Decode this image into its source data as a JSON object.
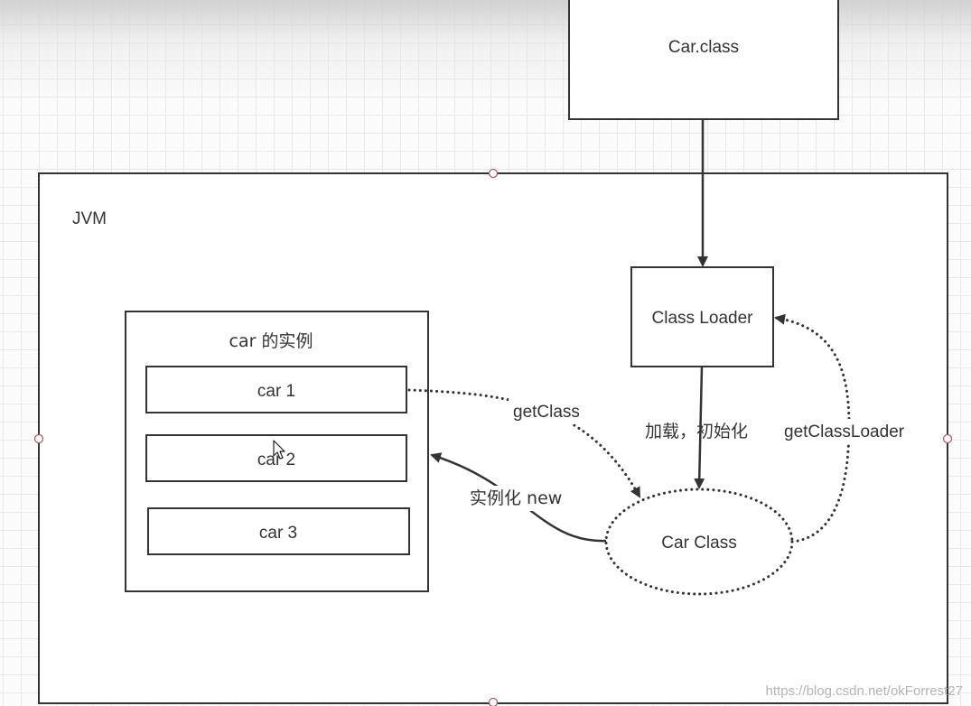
{
  "nodes": {
    "car_class_file": {
      "label": "Car.class"
    },
    "jvm": {
      "label": "JVM"
    },
    "class_loader": {
      "label": "Class Loader"
    },
    "instances_group": {
      "label": "car 的实例"
    },
    "car1": {
      "label": "car 1"
    },
    "car2": {
      "label": "car 2"
    },
    "car3": {
      "label": "car 3"
    },
    "car_class_object": {
      "label": "Car Class"
    }
  },
  "edges": {
    "load_init": {
      "label": "加载，初始化"
    },
    "get_class": {
      "label": "getClass"
    },
    "instantiate_new": {
      "label": "实例化 new"
    },
    "get_class_loader": {
      "label": "getClassLoader"
    }
  },
  "watermark": "https://blog.csdn.net/okForrest27"
}
